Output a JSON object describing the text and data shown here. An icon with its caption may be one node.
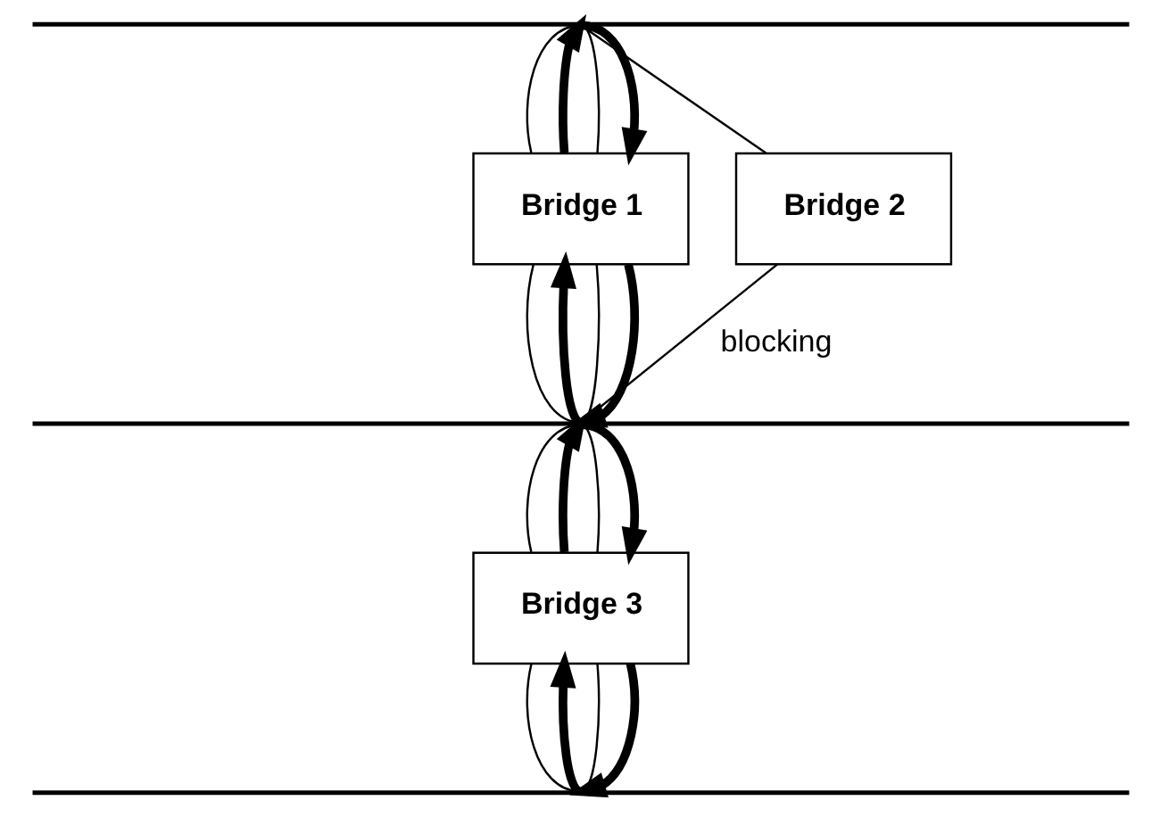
{
  "diagram": {
    "nodes": [
      {
        "text": [],
        "shape": "bar"
      },
      {
        "text": [
          "Bridge 1"
        ]
      },
      {
        "text": [
          "Bridge 2"
        ]
      },
      {
        "text": [],
        "shape": "bar"
      },
      {
        "text": [
          "Bridge 3"
        ]
      },
      {
        "text": [],
        "shape": "bar"
      }
    ],
    "edges": [
      {
        "from": 1,
        "to": 0,
        "arrow": "to",
        "style": "thick"
      },
      {
        "from": 0,
        "to": 1,
        "arrow": "none"
      },
      {
        "from": 0,
        "to": 1,
        "arrow": "none"
      },
      {
        "from": 0,
        "to": 1,
        "arrow": "to",
        "style": "thick"
      },
      {
        "from": 3,
        "to": 1,
        "arrow": "to",
        "style": "thick"
      },
      {
        "from": 1,
        "to": 3,
        "arrow": "none"
      },
      {
        "from": 1,
        "to": 3,
        "arrow": "none"
      },
      {
        "from": 1,
        "to": 3,
        "arrow": "to",
        "style": "thick"
      },
      {
        "from": 0,
        "to": 2,
        "arrow": "none"
      },
      {
        "from": 2,
        "to": 3,
        "arrow": "none",
        "label": "blocking"
      },
      {
        "from": 4,
        "to": 3,
        "arrow": "to",
        "style": "thick"
      },
      {
        "from": 3,
        "to": 4,
        "arrow": "none"
      },
      {
        "from": 3,
        "to": 4,
        "arrow": "none"
      },
      {
        "from": 3,
        "to": 4,
        "arrow": "to",
        "style": "thick"
      },
      {
        "from": 5,
        "to": 4,
        "arrow": "to",
        "style": "thick"
      },
      {
        "from": 4,
        "to": 5,
        "arrow": "none"
      },
      {
        "from": 4,
        "to": 5,
        "arrow": "none"
      },
      {
        "from": 4,
        "to": 5,
        "arrow": "to",
        "style": "thick"
      }
    ]
  }
}
